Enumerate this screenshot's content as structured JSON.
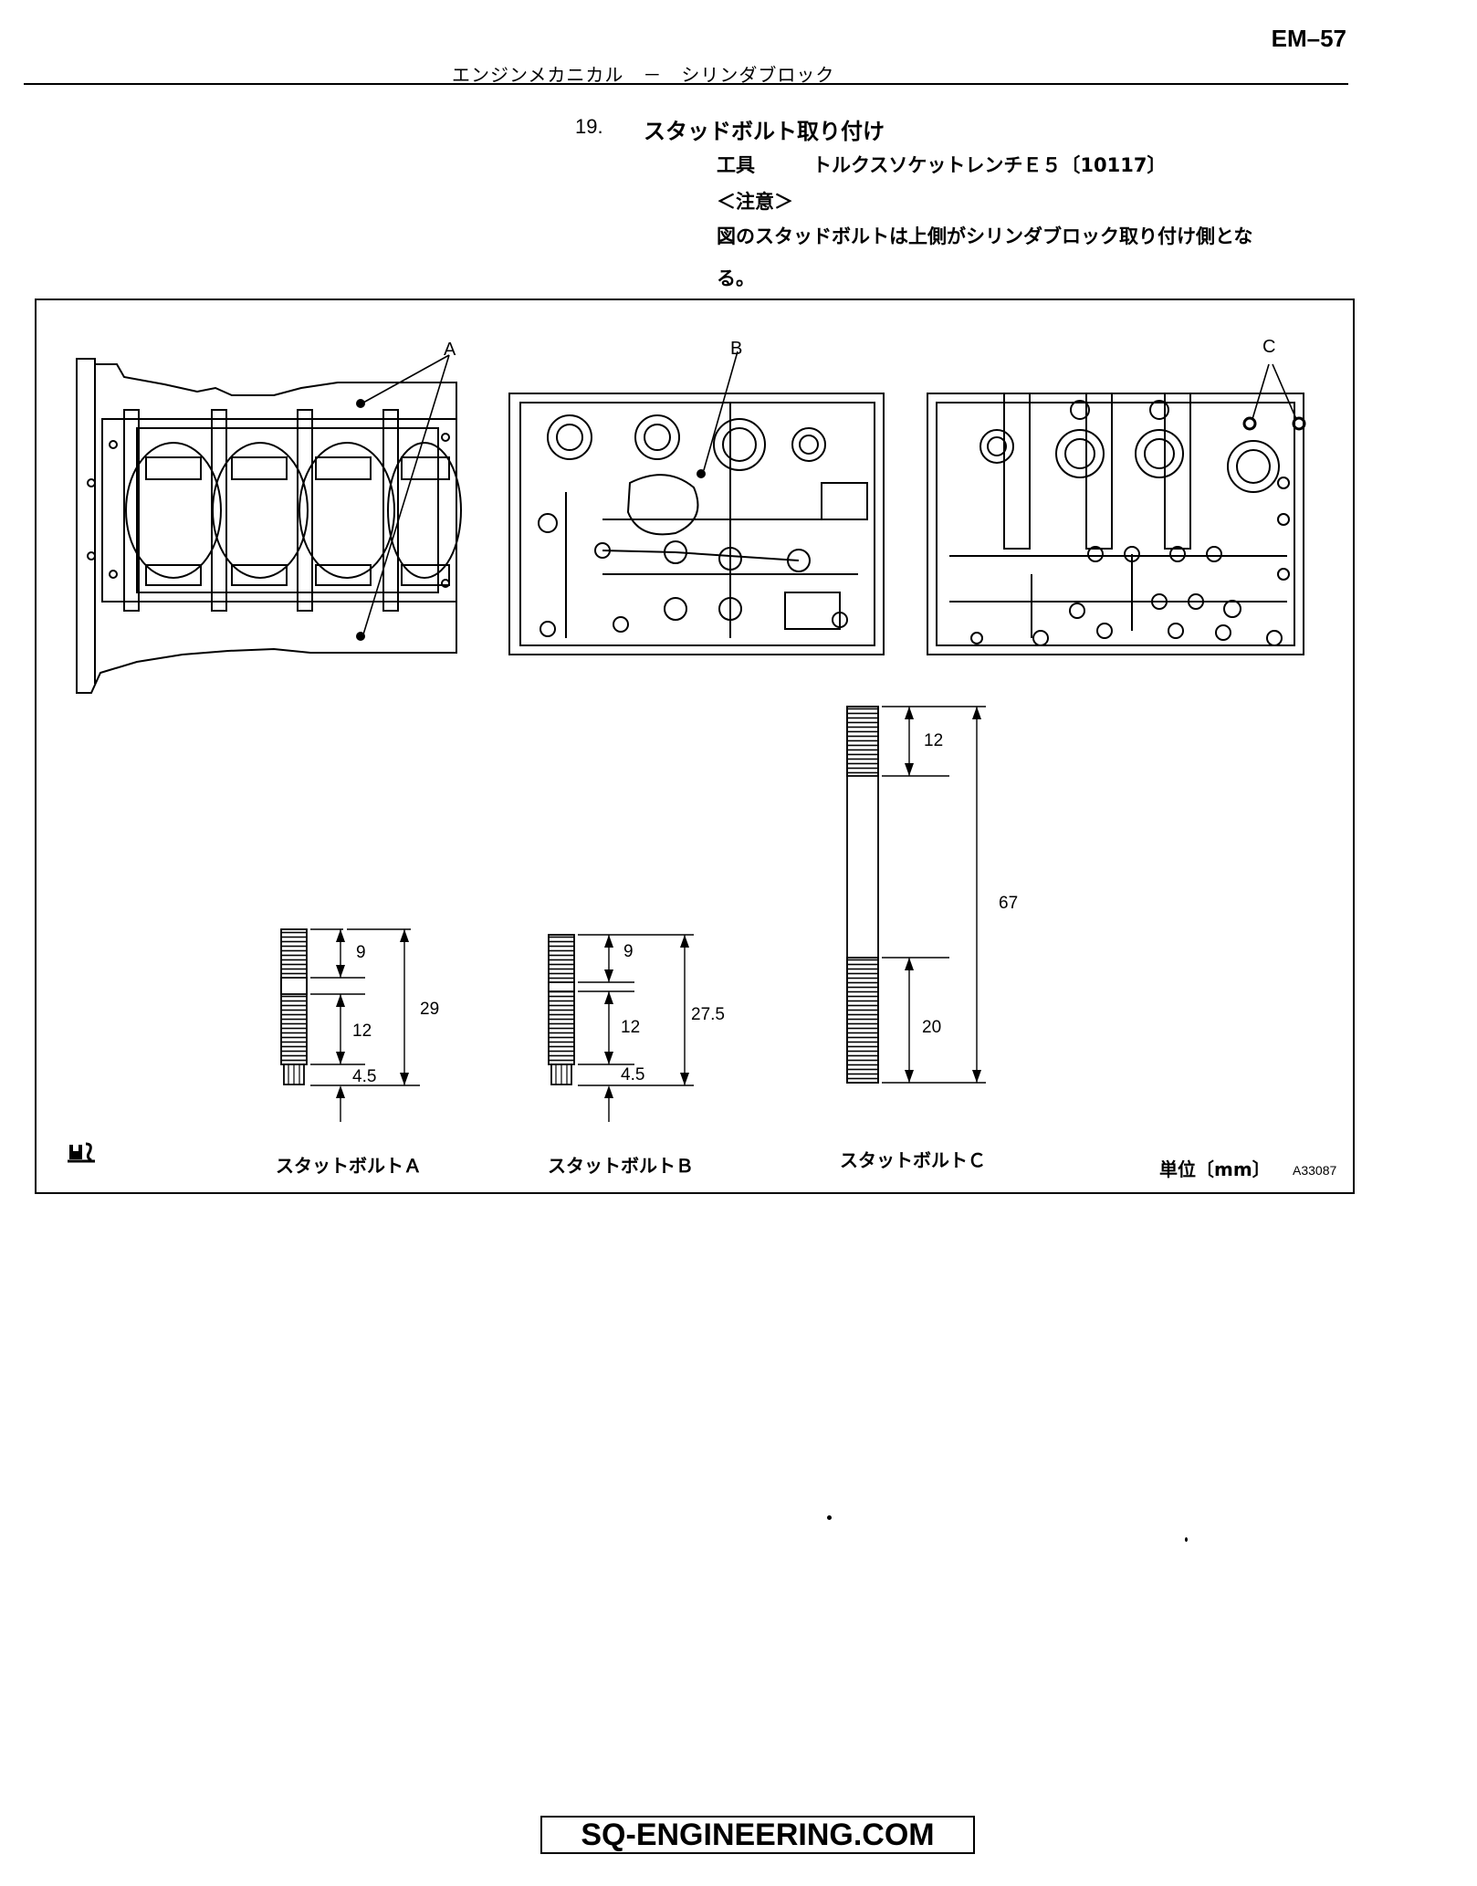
{
  "header": {
    "page_number": "EM–57",
    "section_title": "エンジンメカニカル　－　シリンダブロック"
  },
  "step": {
    "number": "19.",
    "title": "スタッドボルト取り付け",
    "tool_label": "工具",
    "tool_name": "トルクスソケットレンチＥ５〔10117〕",
    "note_head": "＜注意＞",
    "note_line1": "図のスタッドボルトは上側がシリンダブロック取り付け側とな",
    "note_line2": "る。"
  },
  "figure": {
    "callouts": {
      "a": "A",
      "b": "B",
      "c": "C"
    },
    "bolt_a": {
      "dim1": "9",
      "dim2": "12",
      "dim3": "4.5",
      "total": "29",
      "caption": "スタットボルトＡ"
    },
    "bolt_b": {
      "dim1": "9",
      "dim2": "12",
      "dim3": "4.5",
      "total": "27.5",
      "caption": "スタットボルトＢ"
    },
    "bolt_c": {
      "dim1": "12",
      "dim2": "20",
      "total": "67",
      "caption": "スタットボルトＣ"
    },
    "unit_label": "単位〔mm〕",
    "figure_code": "A33087"
  },
  "footer": {
    "logo_text": "SQ-ENGINEERING.COM"
  }
}
